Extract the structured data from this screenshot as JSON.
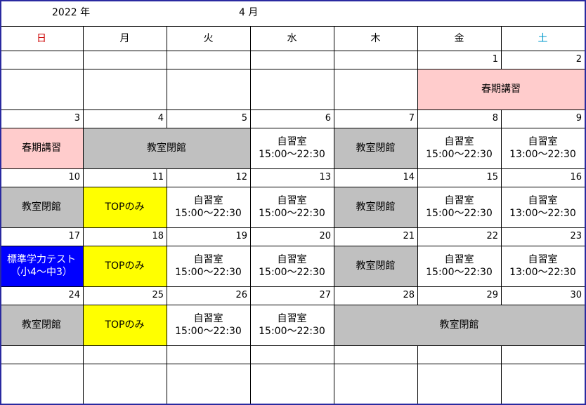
{
  "header": {
    "year_label": "2022 年",
    "month_label": "4 月"
  },
  "weekdays": [
    {
      "label": "日",
      "color": "#cc0000"
    },
    {
      "label": "月",
      "color": "#000000"
    },
    {
      "label": "火",
      "color": "#000000"
    },
    {
      "label": "水",
      "color": "#000000"
    },
    {
      "label": "木",
      "color": "#000000"
    },
    {
      "label": "金",
      "color": "#000000"
    },
    {
      "label": "土",
      "color": "#0099cc"
    }
  ],
  "weeks": [
    {
      "days": [
        "",
        "",
        "",
        "",
        "",
        "1",
        "2"
      ],
      "events": [
        {
          "col": 5,
          "span": 2,
          "lines": [
            "春期講習"
          ],
          "bg": "#ffcccc",
          "color": "#000000"
        }
      ]
    },
    {
      "days": [
        "3",
        "4",
        "5",
        "6",
        "7",
        "8",
        "9"
      ],
      "events": [
        {
          "col": 0,
          "span": 1,
          "lines": [
            "春期講習"
          ],
          "bg": "#ffcccc",
          "color": "#000000"
        },
        {
          "col": 1,
          "span": 2,
          "lines": [
            "教室閉館"
          ],
          "bg": "#c0c0c0",
          "color": "#000000"
        },
        {
          "col": 3,
          "span": 1,
          "lines": [
            "自習室",
            "15:00～22:30"
          ],
          "bg": "#ffffff",
          "color": "#000000"
        },
        {
          "col": 4,
          "span": 1,
          "lines": [
            "教室閉館"
          ],
          "bg": "#c0c0c0",
          "color": "#000000"
        },
        {
          "col": 5,
          "span": 1,
          "lines": [
            "自習室",
            "15:00～22:30"
          ],
          "bg": "#ffffff",
          "color": "#000000"
        },
        {
          "col": 6,
          "span": 1,
          "lines": [
            "自習室",
            "13:00～22:30"
          ],
          "bg": "#ffffff",
          "color": "#000000"
        }
      ]
    },
    {
      "days": [
        "10",
        "11",
        "12",
        "13",
        "14",
        "15",
        "16"
      ],
      "events": [
        {
          "col": 0,
          "span": 1,
          "lines": [
            "教室閉館"
          ],
          "bg": "#c0c0c0",
          "color": "#000000"
        },
        {
          "col": 1,
          "span": 1,
          "lines": [
            "TOPのみ"
          ],
          "bg": "#ffff00",
          "color": "#000000"
        },
        {
          "col": 2,
          "span": 1,
          "lines": [
            "自習室",
            "15:00～22:30"
          ],
          "bg": "#ffffff",
          "color": "#000000"
        },
        {
          "col": 3,
          "span": 1,
          "lines": [
            "自習室",
            "15:00～22:30"
          ],
          "bg": "#ffffff",
          "color": "#000000"
        },
        {
          "col": 4,
          "span": 1,
          "lines": [
            "教室閉館"
          ],
          "bg": "#c0c0c0",
          "color": "#000000"
        },
        {
          "col": 5,
          "span": 1,
          "lines": [
            "自習室",
            "15:00～22:30"
          ],
          "bg": "#ffffff",
          "color": "#000000"
        },
        {
          "col": 6,
          "span": 1,
          "lines": [
            "自習室",
            "13:00～22:30"
          ],
          "bg": "#ffffff",
          "color": "#000000"
        }
      ]
    },
    {
      "days": [
        "17",
        "18",
        "19",
        "20",
        "21",
        "22",
        "23"
      ],
      "events": [
        {
          "col": 0,
          "span": 1,
          "lines": [
            "標準学力テスト",
            "（小4～中3）"
          ],
          "bg": "#0000ff",
          "color": "#ffffff"
        },
        {
          "col": 1,
          "span": 1,
          "lines": [
            "TOPのみ"
          ],
          "bg": "#ffff00",
          "color": "#000000"
        },
        {
          "col": 2,
          "span": 1,
          "lines": [
            "自習室",
            "15:00～22:30"
          ],
          "bg": "#ffffff",
          "color": "#000000"
        },
        {
          "col": 3,
          "span": 1,
          "lines": [
            "自習室",
            "15:00～22:30"
          ],
          "bg": "#ffffff",
          "color": "#000000"
        },
        {
          "col": 4,
          "span": 1,
          "lines": [
            "教室閉館"
          ],
          "bg": "#c0c0c0",
          "color": "#000000"
        },
        {
          "col": 5,
          "span": 1,
          "lines": [
            "自習室",
            "15:00～22:30"
          ],
          "bg": "#ffffff",
          "color": "#000000"
        },
        {
          "col": 6,
          "span": 1,
          "lines": [
            "自習室",
            "13:00～22:30"
          ],
          "bg": "#ffffff",
          "color": "#000000"
        }
      ]
    },
    {
      "days": [
        "24",
        "25",
        "26",
        "27",
        "28",
        "29",
        "30"
      ],
      "events": [
        {
          "col": 0,
          "span": 1,
          "lines": [
            "教室閉館"
          ],
          "bg": "#c0c0c0",
          "color": "#000000"
        },
        {
          "col": 1,
          "span": 1,
          "lines": [
            "TOPのみ"
          ],
          "bg": "#ffff00",
          "color": "#000000"
        },
        {
          "col": 2,
          "span": 1,
          "lines": [
            "自習室",
            "15:00～22:30"
          ],
          "bg": "#ffffff",
          "color": "#000000"
        },
        {
          "col": 3,
          "span": 1,
          "lines": [
            "自習室",
            "15:00～22:30"
          ],
          "bg": "#ffffff",
          "color": "#000000"
        },
        {
          "col": 4,
          "span": 3,
          "lines": [
            "教室閉館"
          ],
          "bg": "#c0c0c0",
          "color": "#000000"
        }
      ]
    },
    {
      "days": [
        "",
        "",
        "",
        "",
        "",
        "",
        ""
      ],
      "events": []
    }
  ]
}
